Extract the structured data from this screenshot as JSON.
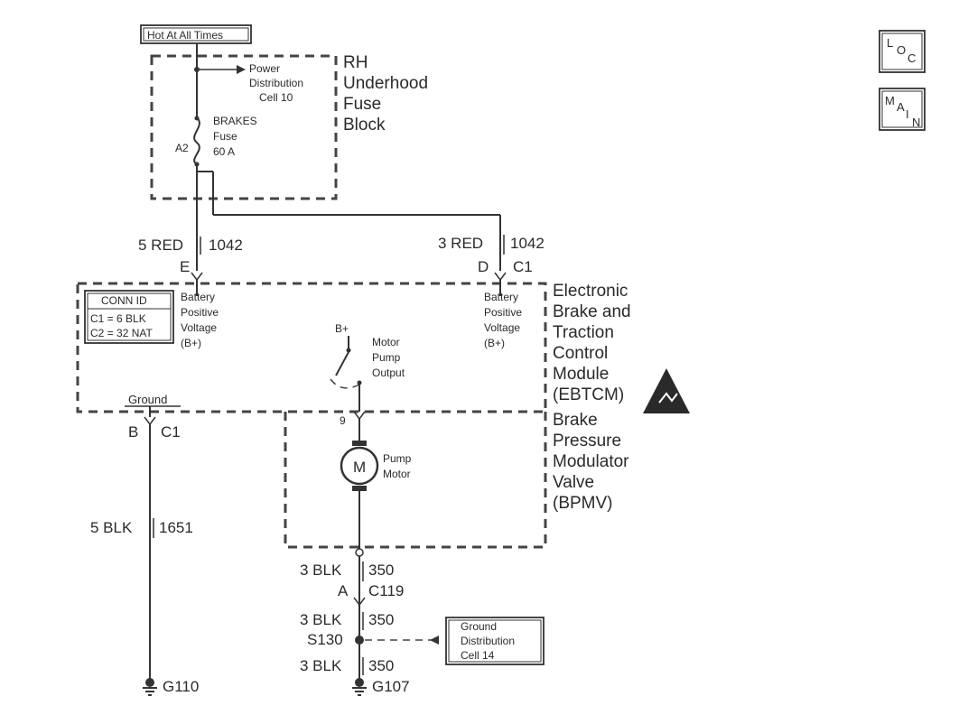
{
  "power_label": "Hot At All Times",
  "fuse_block": {
    "name_lines": [
      "RH",
      "Underhood",
      "Fuse",
      "Block"
    ],
    "power_distribution_lines": [
      "Power",
      "Distribution",
      "Cell 10"
    ],
    "fuse_lines": [
      "BRAKES",
      "Fuse",
      "60 A"
    ],
    "fuse_terminal": "A2"
  },
  "wires": {
    "left_feed": {
      "size_color": "5 RED",
      "circuit": "1042",
      "terminal": "E"
    },
    "right_feed": {
      "size_color": "3 RED",
      "circuit": "1042",
      "terminal": "D",
      "connector": "C1"
    },
    "ground_feed": {
      "terminal": "B",
      "connector": "C1",
      "size_color": "5 BLK",
      "circuit": "1651",
      "ground": "G110"
    },
    "motor_return": [
      {
        "size_color": "3 BLK",
        "circuit": "350",
        "terminal": "A",
        "connector": "C119"
      },
      {
        "size_color": "3 BLK",
        "circuit": "350",
        "splice": "S130"
      },
      {
        "size_color": "3 BLK",
        "circuit": "350",
        "ground": "G107"
      }
    ]
  },
  "ebtcm": {
    "name_lines": [
      "Electronic",
      "Brake and",
      "Traction",
      "Control",
      "Module",
      "(EBTCM)"
    ],
    "conn_id": {
      "title": "CONN ID",
      "rows": [
        "C1 = 6 BLK",
        "C2 = 32 NAT"
      ]
    },
    "left_b_plus_lines": [
      "Battery",
      "Positive",
      "Voltage",
      "(B+)"
    ],
    "right_b_plus_lines": [
      "Battery",
      "Positive",
      "Voltage",
      "(B+)"
    ],
    "b_plus": "B+",
    "motor_output_lines": [
      "Motor",
      "Pump",
      "Output"
    ],
    "ground_label": "Ground",
    "pin_9": "9"
  },
  "bpmv": {
    "name_lines": [
      "Brake",
      "Pressure",
      "Modulator",
      "Valve",
      "(BPMV)"
    ],
    "motor_symbol": "M",
    "motor_lines": [
      "Pump",
      "Motor"
    ]
  },
  "ground_distribution_lines": [
    "Ground",
    "Distribution",
    "Cell 14"
  ],
  "nav": {
    "loc": [
      "L",
      "O",
      "C"
    ],
    "main": [
      "M",
      "A",
      "I",
      "N"
    ]
  }
}
